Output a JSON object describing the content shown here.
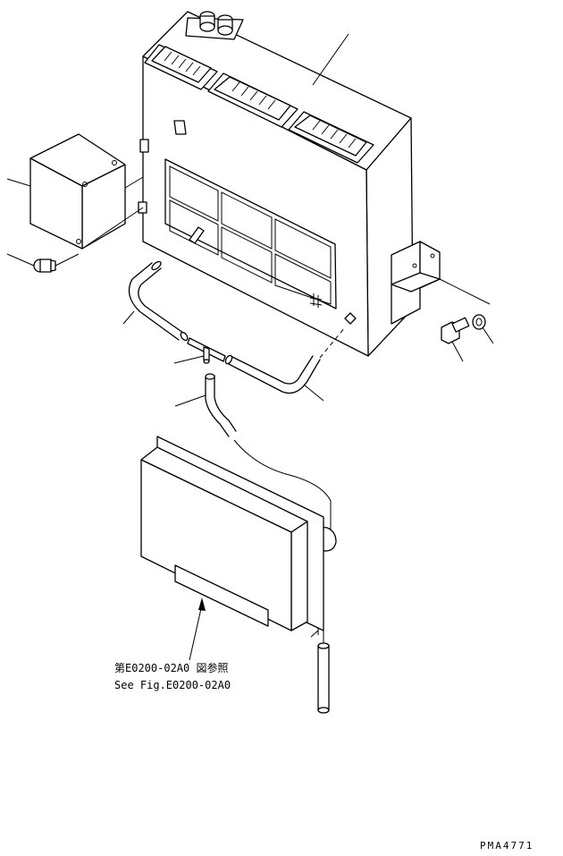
{
  "reference_note": {
    "line_jp": "第E0200-02A0 図参照",
    "line_en": "See Fig.E0200-02A0"
  },
  "drawing_code": "PMA4771"
}
